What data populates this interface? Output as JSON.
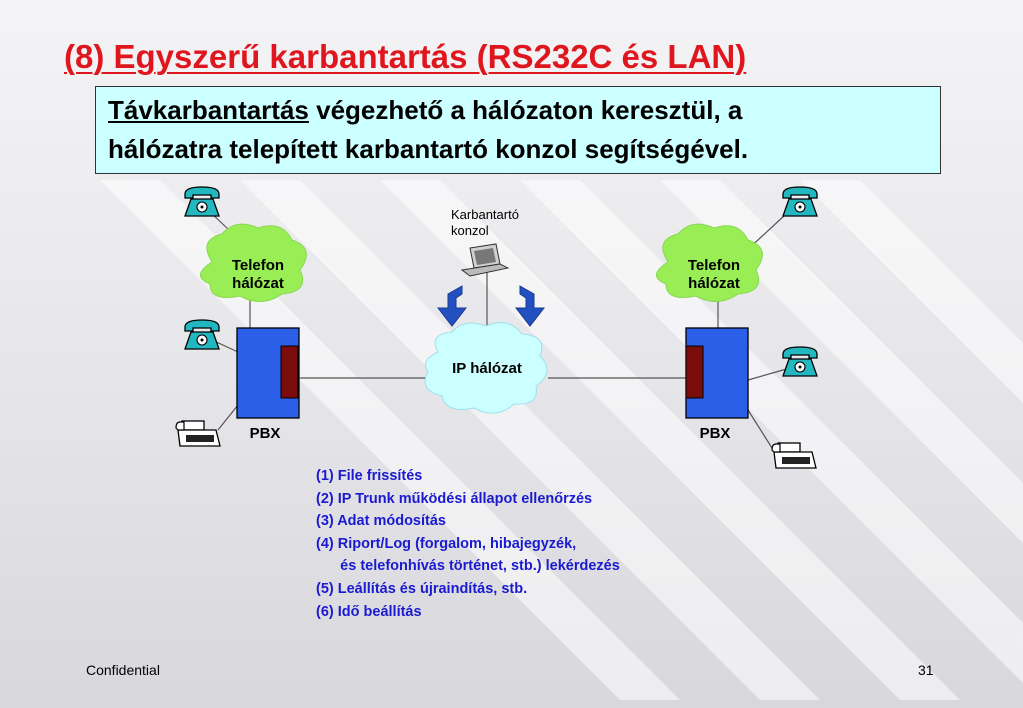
{
  "title": "(8) Egyszerű karbantartás (RS232C és LAN)",
  "info": {
    "underlined": "Távkarbantartás",
    "rest_line1": " végezhető a hálózaton keresztül, a",
    "line2": "hálózatra telepített karbantartó konzol segítségével."
  },
  "diagram": {
    "console_label_line1": "Karbantartó",
    "console_label_line2": "konzol",
    "left_cloud_line1": "Telefon",
    "left_cloud_line2": "hálózat",
    "right_cloud_line1": "Telefon",
    "right_cloud_line2": "hálózat",
    "ip_cloud": "IP hálózat",
    "pbx_left": "PBX",
    "pbx_right": "PBX",
    "colors": {
      "cloud_green": "#99ee55",
      "cloud_blue": "#ccffff",
      "pbx_blue": "#2b5fe8",
      "pbx_slot": "#7a0c0c",
      "phone_teal": "#23b8c0",
      "arrow_blue": "#2250c0"
    }
  },
  "list": [
    "(1) File frissítés",
    "(2) IP Trunk működési állapot ellenőrzés",
    "(3) Adat módosítás",
    "(4) Riport/Log (forgalom, hibajegyzék,",
    "      és telefonhívás történet, stb.) lekérdezés",
    "(5) Leállítás és újraindítás, stb.",
    "(6) Idő beállítás"
  ],
  "footer": {
    "left": "Confidential",
    "right": "31"
  }
}
